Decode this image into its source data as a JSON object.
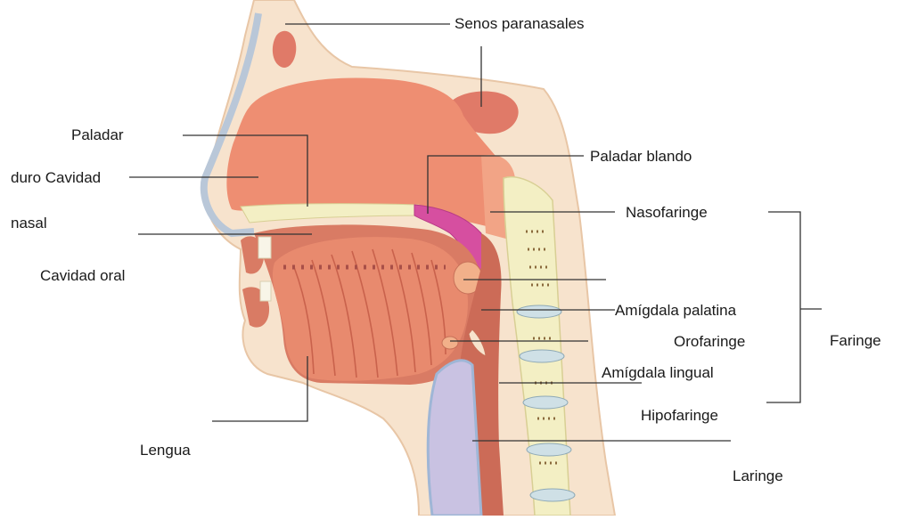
{
  "labels": {
    "senos_paranasales": "Senos paranasales",
    "paladar": "Paladar",
    "duro_cavidad": "duro Cavidad",
    "nasal": "nasal",
    "cavidad_oral": "Cavidad oral",
    "lengua": "Lengua",
    "paladar_blando": "Paladar blando",
    "nasofaringe": "Nasofaringe",
    "amigdala_palatina": "Amígdala palatina",
    "orofaringe": "Orofaringe",
    "faringe": "Faringe",
    "amigdala_lingual": "Amígdala lingual",
    "hipofaringe": "Hipofaringe",
    "laringe": "Laringe"
  },
  "colors": {
    "skin": "#f7e3cd",
    "skin_outline": "#e8c6a6",
    "bone": "#f3efc4",
    "nasal_cavity": "#ee8e72",
    "oral_tissue": "#d97b64",
    "tongue": "#e88a6e",
    "soft_palate": "#d64fa0",
    "pharynx": "#cc6b57",
    "trachea": "#c9c2e2",
    "vertebra": "#cfe0e6",
    "line": "#333333"
  }
}
